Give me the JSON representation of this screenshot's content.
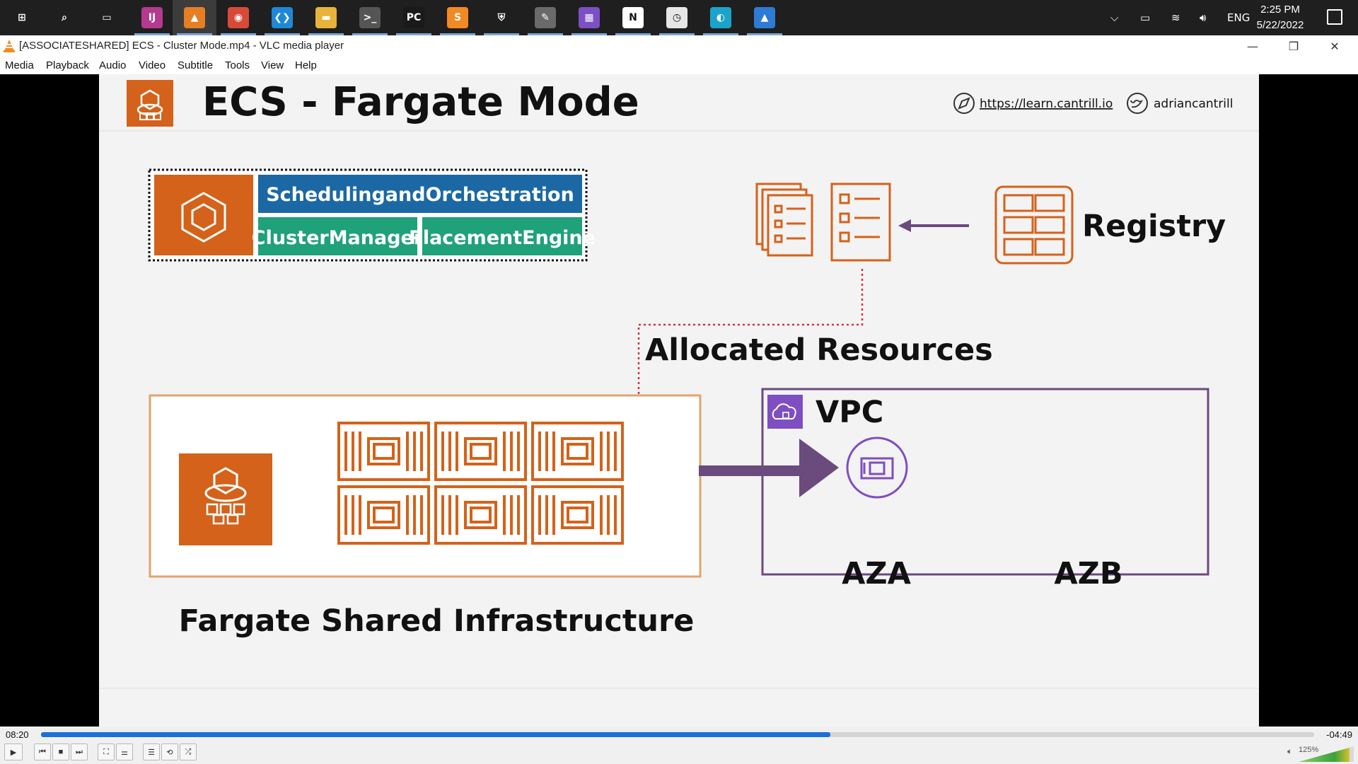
{
  "taskbar": {
    "apps": [
      {
        "name": "windows-start-icon",
        "glyph": "⊞",
        "color": "#1f1f1f",
        "active": false
      },
      {
        "name": "search-icon",
        "glyph": "⌕",
        "color": "#1f1f1f",
        "active": false
      },
      {
        "name": "task-view-icon",
        "glyph": "▭",
        "color": "#1f1f1f",
        "active": false
      },
      {
        "name": "intellij-icon",
        "glyph": "IJ",
        "color": "#b53a8f",
        "active": false
      },
      {
        "name": "vlc-icon",
        "glyph": "▲",
        "color": "#e67e22",
        "active": true
      },
      {
        "name": "chrome-icon",
        "glyph": "◉",
        "color": "#d84a38",
        "active": false
      },
      {
        "name": "vscode-icon",
        "glyph": "❮❯",
        "color": "#1e88d8",
        "active": false
      },
      {
        "name": "file-explorer-icon",
        "glyph": "▬",
        "color": "#e8b33a",
        "active": false
      },
      {
        "name": "terminal-icon",
        "glyph": ">_",
        "color": "#555555",
        "active": false
      },
      {
        "name": "pycharm-icon",
        "glyph": "PC",
        "color": "#1a1a1a",
        "active": false
      },
      {
        "name": "sublime-icon",
        "glyph": "S",
        "color": "#f28a24",
        "active": false
      },
      {
        "name": "security-shield-icon",
        "glyph": "⛨",
        "color": "#1f1f1f",
        "active": false
      },
      {
        "name": "notes-icon",
        "glyph": "✎",
        "color": "#6a6a6a",
        "active": false
      },
      {
        "name": "app-grid-icon",
        "glyph": "▦",
        "color": "#7c4fc4",
        "active": false
      },
      {
        "name": "notion-icon",
        "glyph": "N",
        "color": "#ffffff",
        "active": false
      },
      {
        "name": "clock-app-icon",
        "glyph": "◷",
        "color": "#e6e6e6",
        "active": false
      },
      {
        "name": "edge-icon",
        "glyph": "◐",
        "color": "#1ba3c9",
        "active": false
      },
      {
        "name": "photos-icon",
        "glyph": "▲",
        "color": "#2e7bd6",
        "active": false
      }
    ],
    "tray": {
      "language": "ENG",
      "time": "2:25 PM",
      "date": "5/22/2022"
    }
  },
  "window": {
    "title": "[ASSOCIATESHARED] ECS - Cluster Mode.mp4 - VLC media player",
    "menu": [
      "Media",
      "Playback",
      "Audio",
      "Video",
      "Subtitle",
      "Tools",
      "View",
      "Help"
    ]
  },
  "slide": {
    "title": "ECS - Fargate Mode",
    "link": "https://learn.cantrill.io",
    "handle": "adriancantrill",
    "control_plane": {
      "top": "SchedulingandOrchestration",
      "left": "ClusterManager",
      "right": "PlacementEngine"
    },
    "registry": "Registry",
    "allocated": "Allocated Resources",
    "vpc": "VPC",
    "az_a": "AZA",
    "az_b": "AZB",
    "infra": "Fargate Shared Infrastructure",
    "colors": {
      "orange": "#d4621a",
      "blue": "#1b68a4",
      "green": "#1fa17a",
      "purple": "#6b4a7e",
      "vpc_purple": "#7e4ec2",
      "red_dotted": "#c8344a"
    }
  },
  "player": {
    "elapsed": "08:20",
    "remaining": "-04:49",
    "progress": 0.62,
    "volume": "125%"
  }
}
